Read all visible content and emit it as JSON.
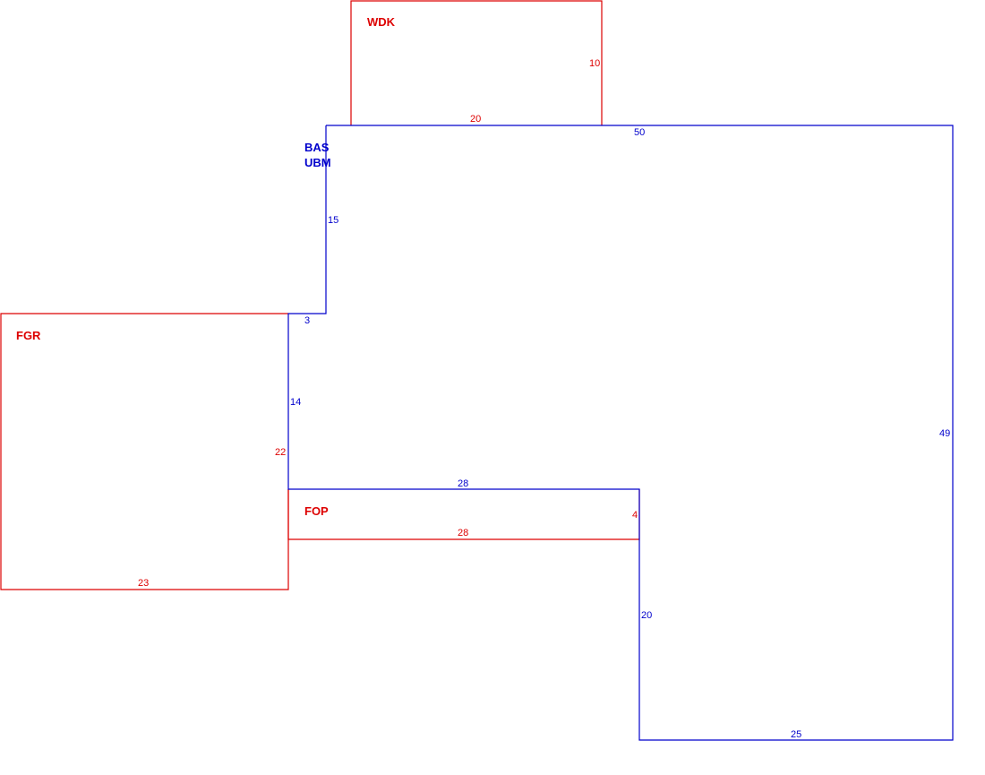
{
  "colors": {
    "living_area": "#0000cc",
    "other_area": "#dd0000"
  },
  "areas": {
    "wdk": {
      "code": "WDK",
      "dims": [
        "10",
        "20"
      ]
    },
    "bas": {
      "code": "BAS",
      "subcode": "UBM",
      "dims": [
        "50",
        "15",
        "3",
        "14",
        "28",
        "20",
        "25",
        "49"
      ]
    },
    "fgr": {
      "code": "FGR",
      "dims": [
        "22",
        "23"
      ]
    },
    "fop": {
      "code": "FOP",
      "dims": [
        "4",
        "28"
      ]
    }
  }
}
